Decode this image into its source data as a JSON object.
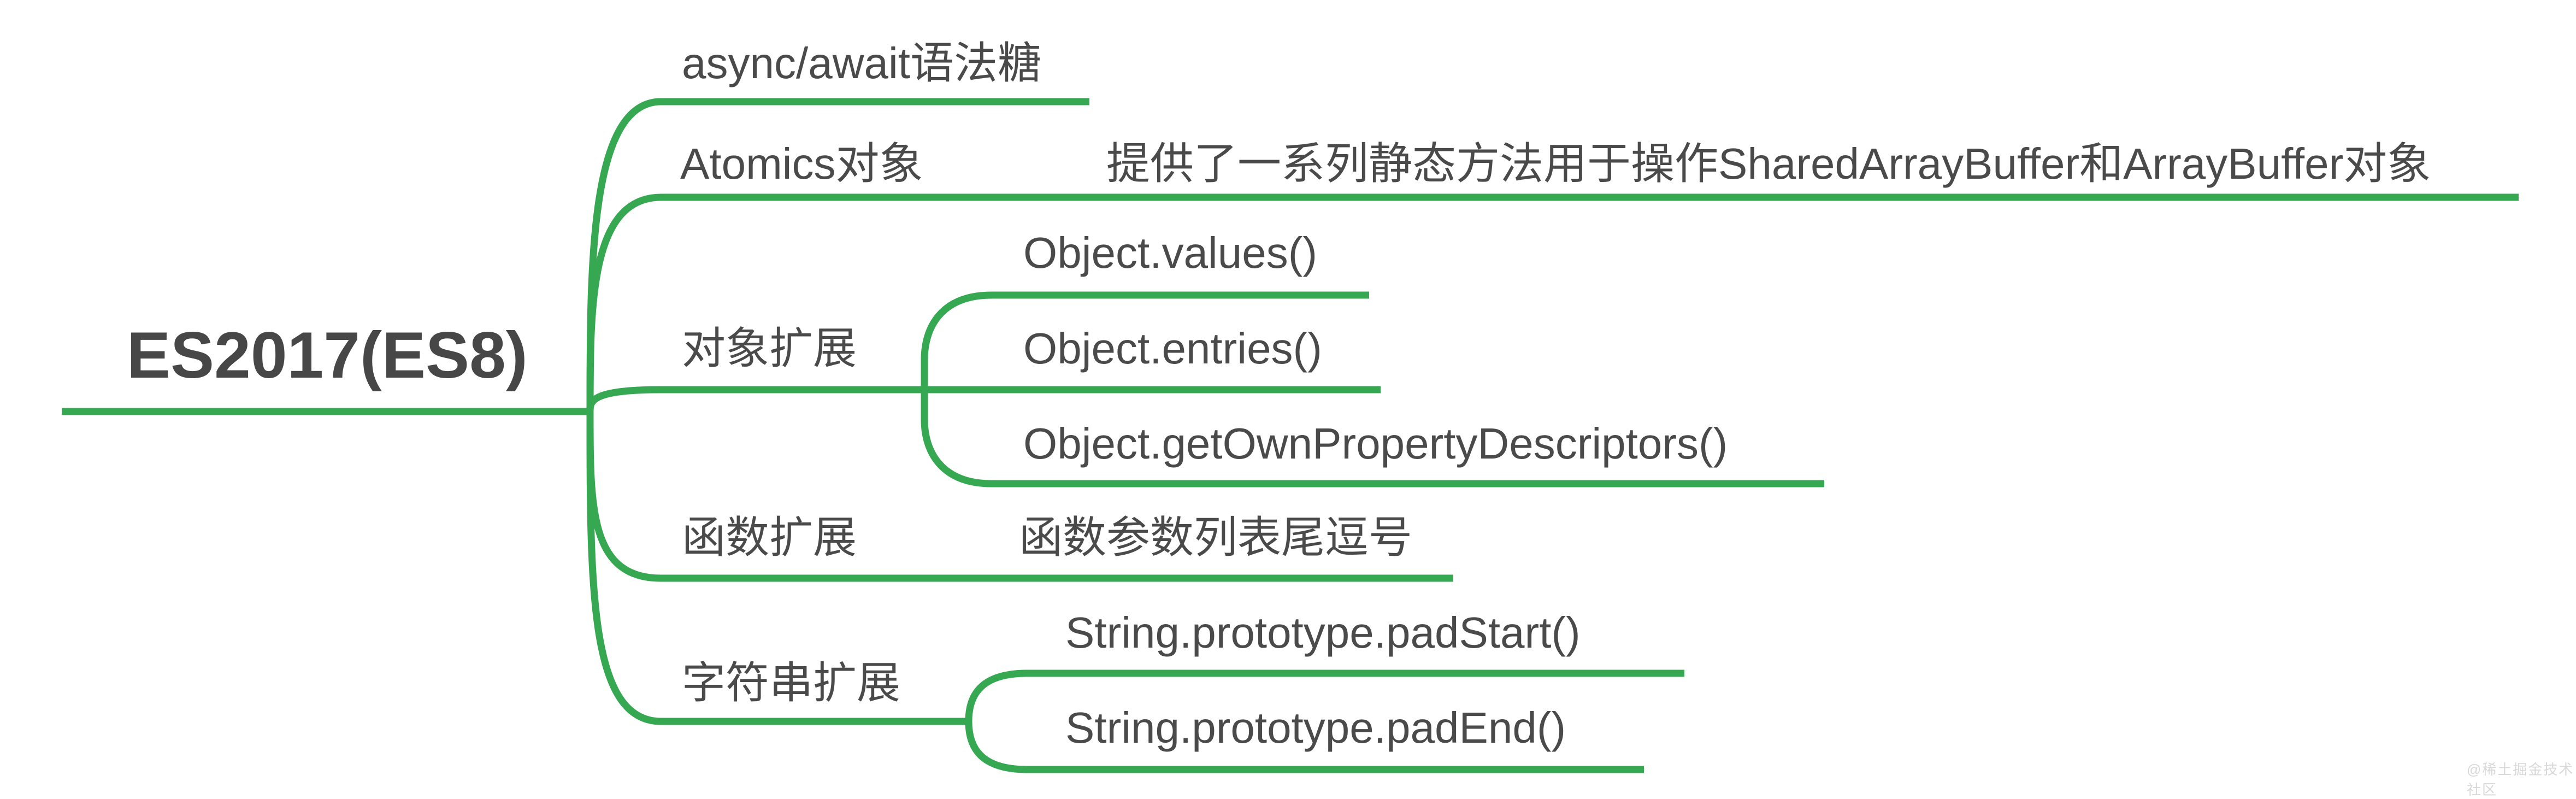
{
  "mindmap": {
    "style": {
      "line_color": "#36a852",
      "text_color": "#4a4a4a",
      "root_text_color": "#474747",
      "watermark_color": "#d8d8d8",
      "background_color": "#ffffff"
    },
    "root": {
      "label": "ES2017(ES8)"
    },
    "branches": [
      {
        "label": "async/await语法糖",
        "children": []
      },
      {
        "label": "Atomics对象",
        "children": [
          {
            "label": "提供了一系列静态方法用于操作SharedArrayBuffer和ArrayBuffer对象"
          }
        ]
      },
      {
        "label": "对象扩展",
        "children": [
          {
            "label": "Object.values()"
          },
          {
            "label": "Object.entries()"
          },
          {
            "label": "Object.getOwnPropertyDescriptors()"
          }
        ]
      },
      {
        "label": "函数扩展",
        "children": [
          {
            "label": "函数参数列表尾逗号"
          }
        ]
      },
      {
        "label": "字符串扩展",
        "children": [
          {
            "label": "String.prototype.padStart()"
          },
          {
            "label": "String.prototype.padEnd()"
          }
        ]
      }
    ],
    "watermark": "@稀土掘金技术社区"
  }
}
